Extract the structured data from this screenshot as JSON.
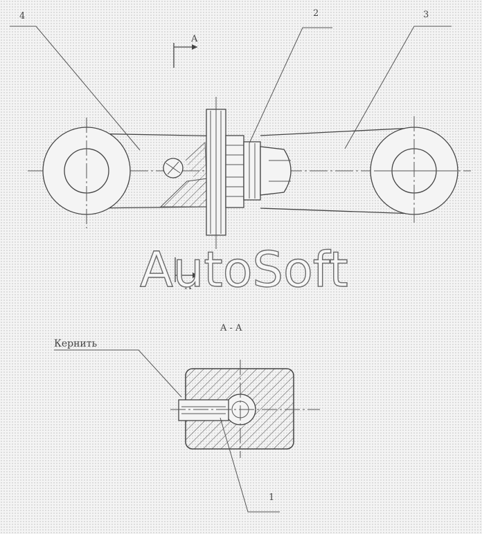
{
  "callouts": {
    "part_1": "1",
    "part_2": "2",
    "part_3": "3",
    "part_4": "4",
    "center_punch": "Кернить"
  },
  "section": {
    "cut_mark_top": "A",
    "cut_mark_bottom": "A",
    "view_title": "A - A"
  },
  "watermark": "AutoSoft"
}
